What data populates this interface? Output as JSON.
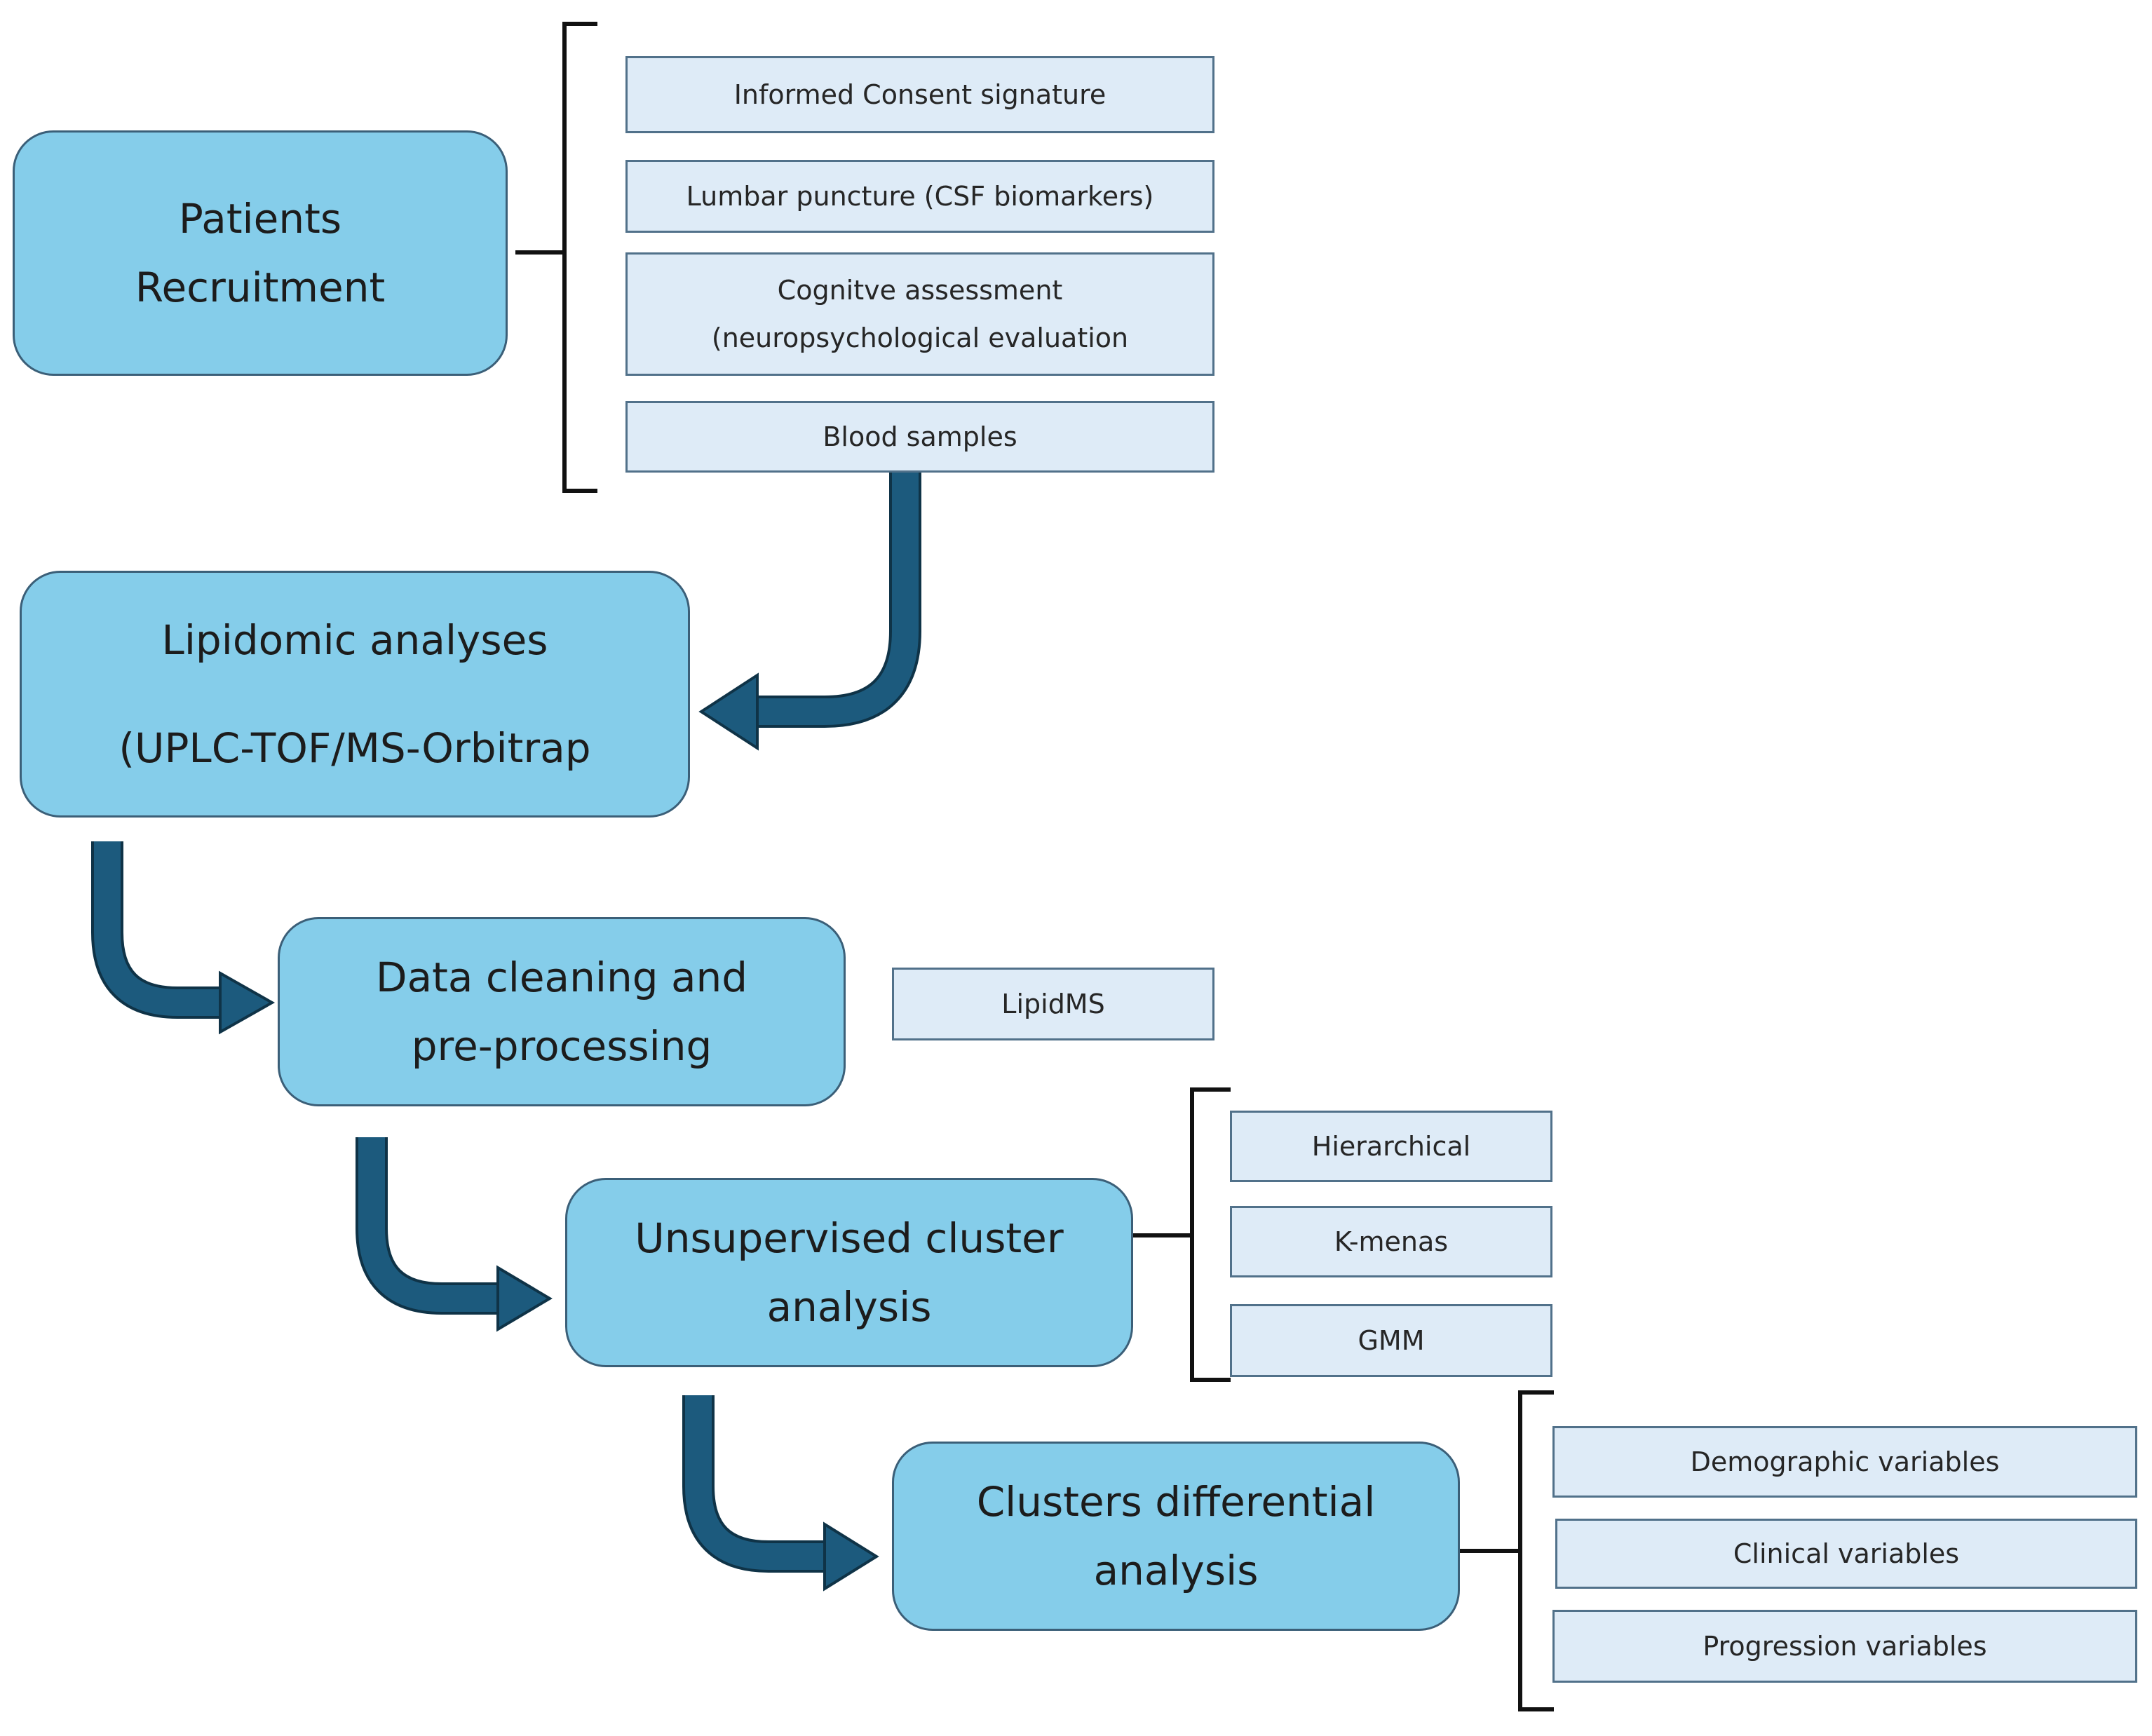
{
  "colors": {
    "main_box_fill": "#85cdea",
    "main_box_border": "#3b5f78",
    "sub_box_fill": "#deebf7",
    "sub_box_border": "#51718a",
    "arrow": "#1c5a7d",
    "arrow_outline": "#0f3347",
    "brace": "#111111"
  },
  "steps": [
    {
      "id": "recruitment",
      "lines": [
        "Patients",
        "Recruitment"
      ]
    },
    {
      "id": "lipidomic",
      "lines": [
        "Lipidomic  analyses",
        "(UPLC-TOF/MS-Orbitrap"
      ]
    },
    {
      "id": "cleaning",
      "lines": [
        "Data cleaning and",
        "pre-processing"
      ]
    },
    {
      "id": "cluster",
      "lines": [
        "Unsupervised  cluster",
        "analysis"
      ]
    },
    {
      "id": "differential",
      "lines": [
        "Clusters  differential",
        "analysis"
      ]
    }
  ],
  "details": {
    "recruitment": [
      {
        "lines": [
          "Informed Consent signature"
        ]
      },
      {
        "lines": [
          "Lumbar puncture (CSF biomarkers)"
        ]
      },
      {
        "lines": [
          "Cognitve assessment",
          "(neuropsychological evaluation"
        ]
      },
      {
        "lines": [
          "Blood samples"
        ]
      }
    ],
    "cleaning": [
      {
        "lines": [
          "LipidMS"
        ]
      }
    ],
    "cluster": [
      {
        "lines": [
          "Hierarchical"
        ]
      },
      {
        "lines": [
          "K-menas"
        ]
      },
      {
        "lines": [
          "GMM"
        ]
      }
    ],
    "differential": [
      {
        "lines": [
          "Demographic variables"
        ]
      },
      {
        "lines": [
          "Clinical variables"
        ]
      },
      {
        "lines": [
          "Progression variables"
        ]
      }
    ]
  }
}
